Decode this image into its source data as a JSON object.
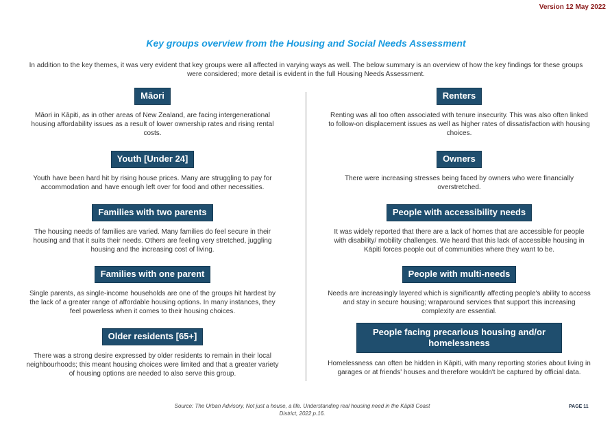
{
  "version": "Version 12 May 2022",
  "title": "Key groups overview from the Housing and Social Needs Assessment",
  "intro": "In addition to the key themes, it was very evident that key groups were all affected in varying ways as well. The below summary is an overview of how the key findings for these groups were considered; more detail is evident in the full Housing Needs Assessment.",
  "left_groups": [
    {
      "heading": "Māori",
      "text": "Māori in Kāpiti, as in other areas of New Zealand, are facing intergenerational housing affordability issues as a result of lower ownership rates and rising rental costs."
    },
    {
      "heading": "Youth [Under 24]",
      "text": "Youth have been hard hit by rising house prices. Many are struggling to pay for accommodation and have enough left over for food and other necessities."
    },
    {
      "heading": "Families with two parents",
      "text": "The housing needs of families are varied. Many families do feel secure in their housing and that it suits their needs. Others are feeling very stretched, juggling housing and the increasing cost of living."
    },
    {
      "heading": "Families with one parent",
      "text": "Single parents, as single-income households are one of the groups hit hardest by the lack of a greater range of affordable housing options. In many instances, they feel powerless when it comes to their housing choices."
    },
    {
      "heading": "Older residents [65+]",
      "text": "There was a strong desire expressed by older residents to remain in their local neighbourhoods; this meant housing choices were limited and that a greater variety of housing options are needed to also serve this group."
    }
  ],
  "right_groups": [
    {
      "heading": "Renters",
      "text": "Renting was all too often associated with tenure insecurity. This was also often linked to follow-on displacement issues as well as higher rates of dissatisfaction with housing choices."
    },
    {
      "heading": "Owners",
      "text": "There were increasing stresses being faced by owners who were financially overstretched."
    },
    {
      "heading": "People with accessibility needs",
      "text": "It was widely reported that there are a lack of homes that are accessible for people with disability/ mobility challenges. We heard that this lack of accessible housing in Kāpiti forces people out of communities where they want to be."
    },
    {
      "heading": "People with multi-needs",
      "text": "Needs are increasingly layered which is significantly affecting people's ability to access and stay in secure housing; wraparound services that support this increasing complexity are essential."
    },
    {
      "heading": "People facing precarious housing and/or homelessness",
      "text": "Homelessness can often be hidden in Kāpiti, with many reporting stories about living in garages or at friends' houses and therefore wouldn't be captured by official data."
    }
  ],
  "footer": {
    "source": "Source: The Urban Advisory, Not just a house, a life. Understanding real housing need in the Kāpiti Coast District, 2022 p.16.",
    "page": "PAGE 11"
  },
  "colors": {
    "title": "#1a9be0",
    "heading_bg": "#1f4e6e",
    "version": "#8b1a1a"
  }
}
